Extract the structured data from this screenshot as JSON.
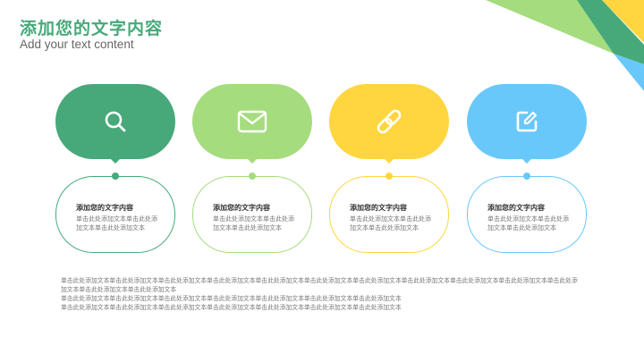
{
  "header": {
    "title": "添加您的文字内容",
    "subtitle": "Add your text content"
  },
  "colors": {
    "dark_green": "#47A97A",
    "light_green": "#A5DC7E",
    "yellow": "#FFD63F",
    "blue": "#69C8FA"
  },
  "cards": [
    {
      "icon": "search-icon",
      "title": "添加您的文字内容",
      "text": "单击此处添加文本单击此处添加文本单击此处添加文本"
    },
    {
      "icon": "mail-icon",
      "title": "添加您的文字内容",
      "text": "单击此处添加文本单击此处添加文本单击此处添加文本"
    },
    {
      "icon": "link-icon",
      "title": "添加您的文字内容",
      "text": "单击此处添加文本单击此处添加文本单击此处添加文本"
    },
    {
      "icon": "edit-icon",
      "title": "添加您的文字内容",
      "text": "单击此处添加文本单击此处添加文本单击此处添加文本"
    }
  ],
  "paragraph": {
    "line1": "单击此处添加文本单击此处添加文本单击此处添加文本单击此处添加文本单击此处添加文本单击此处添加文本单击此处添加文本单击此处添加文本单击此处添加文本单击此处添加文本单击此处添加文本单击此处添加文本单击此处添加文本",
    "line2": "单击此处添加文本单击此处添加文本单击此处添加文本单击此处添加文本单击此处添加文本单击此处添加文本单击此处添加文本",
    "line3": "单击此处添加文本单击此处添加文本单击此处添加文本单击此处添加文本单击此处添加文本单击此处添加文本单击此处添加文本"
  }
}
